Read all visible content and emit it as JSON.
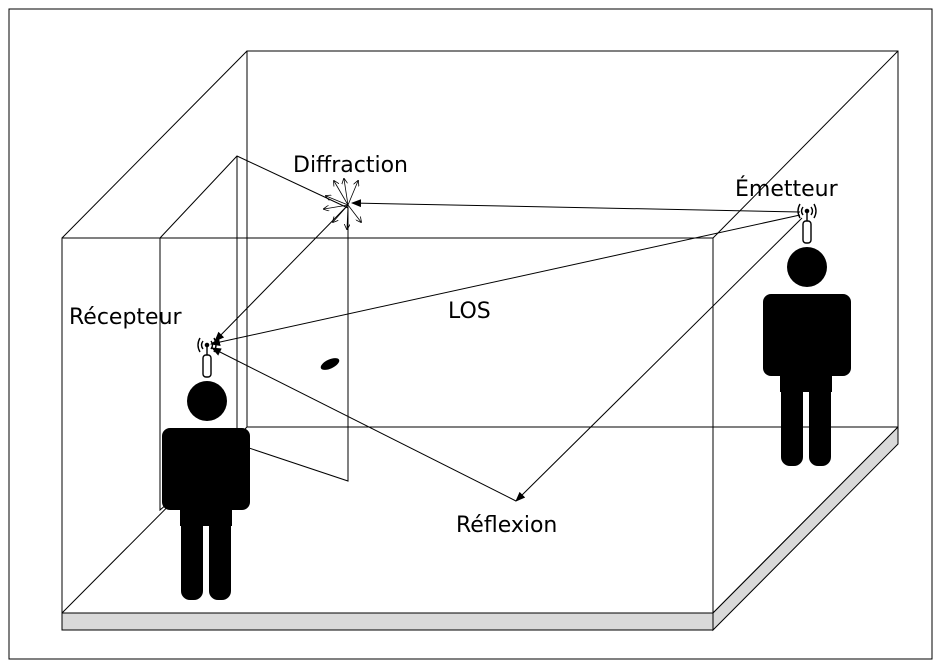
{
  "diagram": {
    "labels": {
      "diffraction": "Diffraction",
      "emitter": "Émetteur",
      "receiver": "Récepteur",
      "los": "LOS",
      "reflection": "Réflexion"
    }
  },
  "colors": {
    "line": "#000000",
    "floor_edge": "#d9d9d9",
    "background": "#ffffff"
  },
  "icons": [
    "person-icon",
    "antenna-icon"
  ]
}
